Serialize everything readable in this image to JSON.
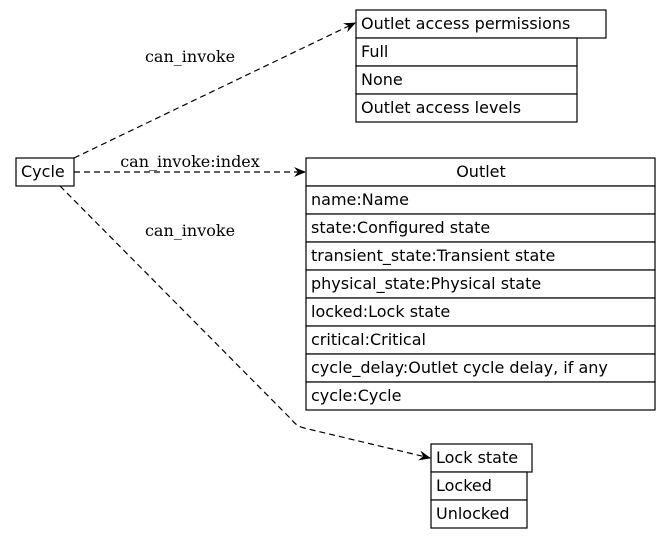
{
  "diagram": {
    "nodes": {
      "cycle": {
        "title": "Cycle",
        "rows": []
      },
      "perms": {
        "title": "Outlet access permissions",
        "rows": [
          "Full",
          "None",
          "Outlet access levels"
        ]
      },
      "outlet": {
        "title": "Outlet",
        "rows": [
          "name:Name",
          "state:Configured state",
          "transient_state:Transient state",
          "physical_state:Physical state",
          "locked:Lock state",
          "critical:Critical",
          "cycle_delay:Outlet cycle delay, if any",
          "cycle:Cycle"
        ]
      },
      "lock": {
        "title": "Lock state",
        "rows": [
          "Locked",
          "Unlocked"
        ]
      }
    },
    "edges": {
      "to_perms": {
        "from": "cycle",
        "to": "perms",
        "label": "can_invoke"
      },
      "to_outlet": {
        "from": "cycle",
        "to": "outlet",
        "label": "can_invoke:index"
      },
      "to_lock": {
        "from": "cycle",
        "to": "lock",
        "label": "can_invoke"
      }
    }
  }
}
